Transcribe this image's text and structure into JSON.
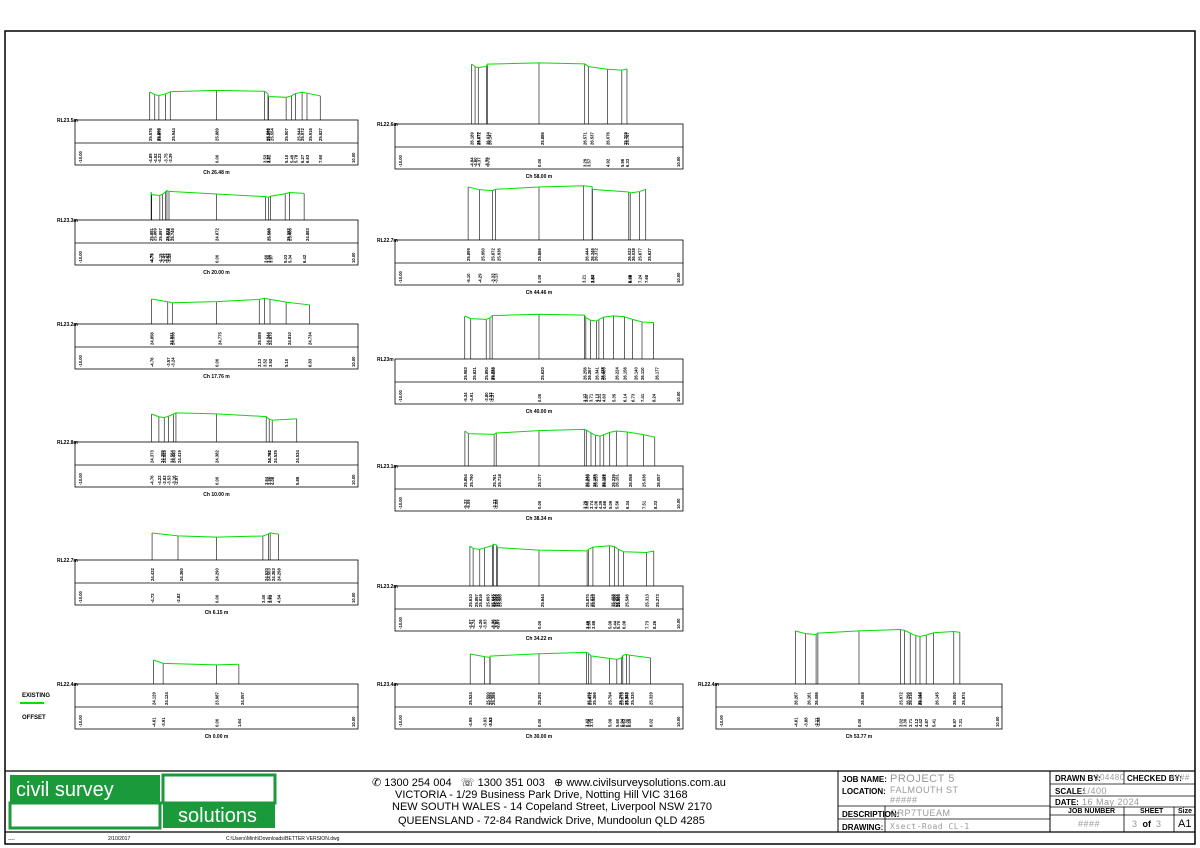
{
  "colors": {
    "existing_line": "#00e000",
    "brand_green": "#1a9a3a",
    "frame": "#000000"
  },
  "sections": [
    {
      "id": "ch-26-48",
      "rl": "RL23.5m",
      "chainage": "Ch 26.48 m",
      "offsets": [
        "-10.00",
        "-4.89",
        "-4.52",
        "-4.22",
        "-3.75",
        "-3.39",
        "0.00",
        "3.53",
        "3.77",
        "3.81",
        "5.10",
        "5.49",
        "5.78",
        "6.27",
        "6.63",
        "7.60",
        "10.00"
      ],
      "levels": [
        "25.576",
        "25.860",
        "25.870",
        "25.944",
        "25.889",
        "25.566",
        "25.573",
        "25.554",
        "25.907",
        "25.944",
        "25.972",
        "25.916",
        "25.827"
      ]
    },
    {
      "id": "ch-20-00",
      "rl": "RL23.3m",
      "chainage": "Ch 20.00 m",
      "offsets": [
        "-10.00",
        "-4.79",
        "-4.75",
        "-4.15",
        "-3.94",
        "-3.73",
        "-3.63",
        "-3.48",
        "0.00",
        "3.60",
        "3.80",
        "3.97",
        "5.03",
        "5.34",
        "6.42",
        "10.00"
      ],
      "levels": [
        "25.881",
        "25.869",
        "25.897",
        "25.884",
        "25.828",
        "25.746",
        "24.872",
        "25.583",
        "25.598",
        "25.582",
        "25.486",
        "24.883"
      ]
    },
    {
      "id": "ch-17-76",
      "rl": "RL23.2m",
      "chainage": "Ch 17.76 m",
      "offsets": [
        "-10.00",
        "-4.76",
        "-3.57",
        "-3.24",
        "0.00",
        "3.13",
        "3.52",
        "3.92",
        "5.10",
        "6.83",
        "10.00"
      ],
      "levels": [
        "24.856",
        "24.911",
        "24.950",
        "24.775",
        "25.089",
        "24.944",
        "24.870",
        "24.810",
        "24.734"
      ]
    },
    {
      "id": "ch-10-00",
      "rl": "RL22.8m",
      "chainage": "Ch 10.00 m",
      "offsets": [
        "-10.00",
        "-4.76",
        "-4.22",
        "-3.83",
        "-3.53",
        "-3.16",
        "-2.97",
        "0.00",
        "3.64",
        "3.86",
        "4.08",
        "5.88",
        "10.00"
      ],
      "levels": [
        "24.373",
        "24.389",
        "24.545",
        "24.564",
        "24.440",
        "24.419",
        "24.382",
        "24.782",
        "24.791",
        "24.535",
        "24.534"
      ]
    },
    {
      "id": "ch-6-15",
      "rl": "RL22.7m",
      "chainage": "Ch 6.15 m",
      "offsets": [
        "-10.00",
        "-4.72",
        "-2.82",
        "0.00",
        "3.40",
        "3.81",
        "3.93",
        "4.54",
        "10.00"
      ],
      "levels": [
        "24.432",
        "24.360",
        "24.290",
        "24.520",
        "24.503",
        "24.363",
        "24.298"
      ]
    },
    {
      "id": "ch-0-00",
      "rl": "RL22.4m",
      "chainage": "Ch 0.00 m",
      "offsets": [
        "-10.00",
        "-4.61",
        "-3.91",
        "0.00",
        "1.64",
        "10.00"
      ],
      "levels": [
        "24.129",
        "24.124",
        "23.987",
        "24.057"
      ]
    },
    {
      "id": "ch-58-00",
      "rl": "RL22.6m",
      "chainage": "Ch 58.00 m",
      "offsets": [
        "-10.00",
        "-4.84",
        "-4.60",
        "-4.37",
        "-3.79",
        "-3.72",
        "0.00",
        "3.29",
        "3.57",
        "4.92",
        "5.96",
        "6.33",
        "10.00"
      ],
      "levels": [
        "26.189",
        "26.077",
        "26.072",
        "26.147",
        "26.034",
        "25.886",
        "26.571",
        "26.537",
        "26.076",
        "25.709",
        "25.767"
      ]
    },
    {
      "id": "ch-44-46",
      "rl": "RL22.7m",
      "chainage": "Ch 44.46 m",
      "offsets": [
        "-10.00",
        "-5.10",
        "-4.29",
        "-3.33",
        "-3.13",
        "0.00",
        "3.21",
        "3.82",
        "3.84",
        "6.46",
        "6.56",
        "7.24",
        "7.68",
        "10.00"
      ],
      "levels": [
        "25.899",
        "25.950",
        "25.872",
        "25.936",
        "25.886",
        "26.444",
        "26.346",
        "26.372",
        "26.022",
        "26.038",
        "25.677",
        "25.637"
      ]
    },
    {
      "id": "ch-40-00",
      "rl": "RL23m",
      "chainage": "Ch 40.00 m",
      "offsets": [
        "-10.00",
        "-5.34",
        "-4.91",
        "-3.80",
        "-3.53",
        "-3.37",
        "0.00",
        "3.27",
        "3.37",
        "3.71",
        "4.13",
        "4.31",
        "4.63",
        "5.35",
        "6.14",
        "6.73",
        "7.41",
        "8.24",
        "10.00"
      ],
      "levels": [
        "25.983",
        "25.821",
        "25.850",
        "25.880",
        "25.774",
        "25.620",
        "26.256",
        "26.267",
        "26.341",
        "26.438",
        "26.400",
        "26.224",
        "26.156",
        "26.140",
        "26.110",
        "26.177"
      ]
    },
    {
      "id": "ch-38-34",
      "rl": "RL23.1m",
      "chainage": "Ch 38.34 m",
      "offsets": [
        "-10.00",
        "-5.33",
        "-5.09",
        "-3.23",
        "-3.08",
        "0.00",
        "3.29",
        "3.40",
        "3.74",
        "4.06",
        "4.39",
        "4.66",
        "5.09",
        "5.56",
        "6.34",
        "7.51",
        "8.33",
        "10.00"
      ],
      "levels": [
        "25.854",
        "25.790",
        "25.761",
        "25.718",
        "25.177",
        "26.298",
        "26.240",
        "26.185",
        "26.253",
        "26.109",
        "26.181",
        "26.236",
        "26.151",
        "26.058",
        "25.036",
        "26.057"
      ]
    },
    {
      "id": "ch-34-22",
      "rl": "RL23.2m",
      "chainage": "Ch 34.22 m",
      "offsets": [
        "-10.00",
        "-4.97",
        "-4.74",
        "-4.26",
        "-3.93",
        "-3.36",
        "-3.29",
        "-3.05",
        "-2.97",
        "0.00",
        "3.46",
        "3.55",
        "3.88",
        "5.08",
        "5.44",
        "5.70",
        "6.08",
        "7.73",
        "8.26",
        "10.00"
      ],
      "levels": [
        "25.610",
        "25.857",
        "25.816",
        "25.693",
        "25.645",
        "25.493",
        "25.512",
        "25.580",
        "25.555",
        "25.644",
        "25.870",
        "25.878",
        "25.583",
        "25.488",
        "25.566",
        "25.560",
        "25.544",
        "25.546",
        "25.313",
        "25.273"
      ]
    },
    {
      "id": "ch-30-00",
      "rl": "RL23.4m",
      "chainage": "Ch 30.00 m",
      "offsets": [
        "-10.00",
        "-4.95",
        "-3.93",
        "-3.53",
        "-3.52",
        "0.00",
        "3.42",
        "3.56",
        "3.74",
        "5.08",
        "5.60",
        "5.94",
        "6.03",
        "6.30",
        "6.49",
        "8.02",
        "10.00"
      ],
      "levels": [
        "25.524",
        "25.590",
        "25.485",
        "25.385",
        "25.292",
        "25.471",
        "25.438",
        "25.366",
        "25.794",
        "25.795",
        "25.678",
        "25.583",
        "25.343",
        "25.330",
        "25.329"
      ]
    },
    {
      "id": "ch-53-77",
      "rl": "RL22.4m",
      "chainage": "Ch 53.77 m",
      "offsets": [
        "-10.00",
        "-4.61",
        "-3.88",
        "-3.11",
        "-2.98",
        "0.00",
        "3.02",
        "3.30",
        "3.71",
        "4.12",
        "4.42",
        "4.87",
        "5.41",
        "6.87",
        "7.31",
        "10.00"
      ],
      "levels": [
        "26.267",
        "26.161",
        "26.086",
        "26.068",
        "25.972",
        "26.296",
        "26.316",
        "26.144",
        "26.196",
        "26.145",
        "26.050",
        "25.874"
      ]
    }
  ],
  "legend": {
    "existing": "EXISTING",
    "offset": "OFFSET"
  },
  "titleblock": {
    "brand_line1": "civil survey",
    "brand_line2": "solutions",
    "phone": "1300 254 004",
    "fax": "1300 351 003",
    "website": "www.civilsurveysolutions.com.au",
    "address_vic": "VICTORIA - 1/29 Business Park Drive, Notting Hill  VIC  3168",
    "address_nsw": "NEW SOUTH WALES - 14 Copeland Street, Liverpool  NSW  2170",
    "address_qld": "QUEENSLAND -  72-84 Randwick Drive, Mundoolun  QLD  4285",
    "job_name_label": "JOB NAME:",
    "job_name": "PROJECT 5",
    "location_label": "LOCATION:",
    "location1": "FALMOUTH ST",
    "location2": "#####",
    "description_label": "DESCRIPTION:",
    "description": "GRP7TUEAM",
    "drawing_label": "DRAWING:",
    "drawing": "Xsect-Road CL-1",
    "drawn_by_label": "DRAWN BY:",
    "drawn_by": "104480",
    "checked_by_label": "CHECKED BY:",
    "checked_by": "####",
    "scale_label": "SCALE:",
    "scale": "1/400",
    "date_label": "DATE:",
    "date": "16 May 2024",
    "job_number_label": "JOB NUMBER",
    "job_number": "####",
    "sheet_label": "SHEET",
    "sheet_no": "3",
    "sheet_of": "of",
    "sheet_total": "3",
    "size_label": "Size",
    "size": "A1"
  },
  "footer": {
    "dashes": "----",
    "plot_date": "2/10/2017",
    "path": "C:\\Users\\Minh\\Downloads\\BETTER VERSION.dwg"
  }
}
